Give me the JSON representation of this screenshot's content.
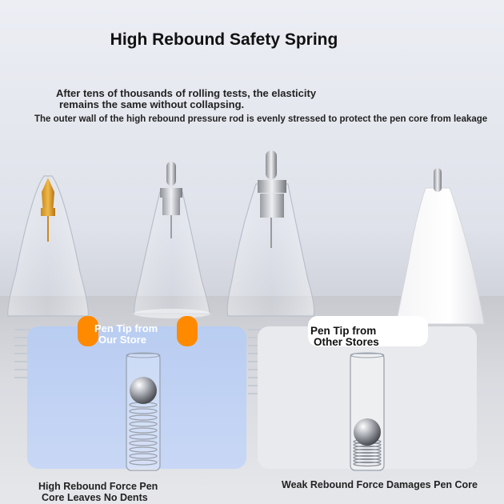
{
  "title": "High Rebound Safety Spring",
  "subtitle_lines": [
    "After tens of thousands of rolling tests, the elasticity",
    "remains the same without collapsing."
  ],
  "description": "The outer wall of the high rebound pressure rod is evenly stressed to protect the pen core from leakage",
  "panels": {
    "ours": {
      "label_lines": [
        "Pen Tip from",
        "Our Store"
      ],
      "caption_lines": [
        "High Rebound Force Pen",
        "Core Leaves No Dents"
      ]
    },
    "others": {
      "label_lines": [
        "Pen Tip from",
        "Other Stores"
      ],
      "caption": "Weak Rebound Force Damages Pen Core"
    }
  },
  "colors": {
    "accent": "#ff8a00",
    "panel_ours": "#c2d3f4",
    "panel_others": "#e9eaed"
  }
}
